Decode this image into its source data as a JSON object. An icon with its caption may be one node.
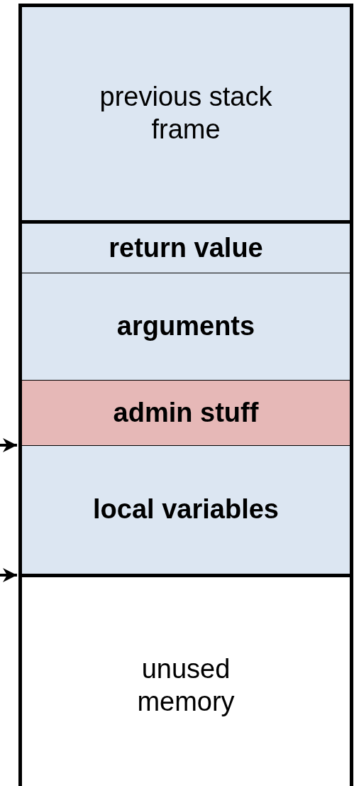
{
  "diagram": {
    "nodes": [
      {
        "text": [
          "previous stack frame"
        ]
      },
      {
        "text": [
          "return value"
        ]
      },
      {
        "text": [
          "arguments"
        ]
      },
      {
        "text": [
          "admin stuff"
        ]
      },
      {
        "text": [
          "local variables"
        ]
      },
      {
        "text": [
          "unused memory"
        ]
      }
    ],
    "edges": [
      {
        "from": null,
        "to": 4,
        "arrow": "to"
      },
      {
        "from": null,
        "to": 5,
        "arrow": "to"
      }
    ]
  }
}
